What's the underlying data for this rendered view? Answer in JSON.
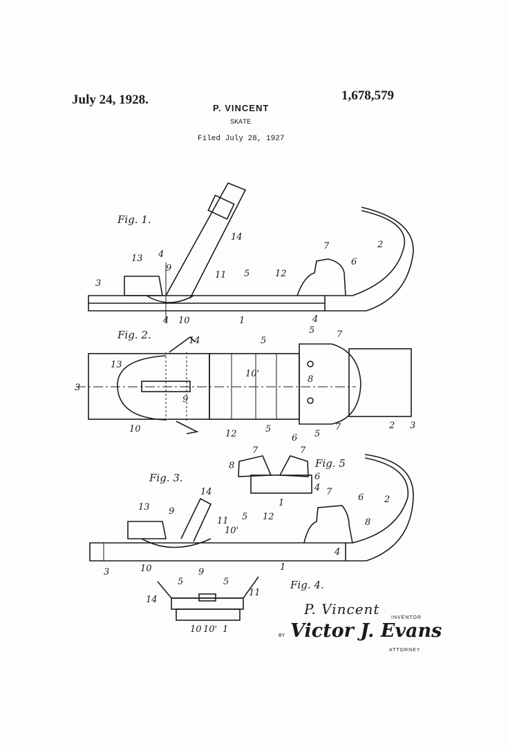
{
  "header": {
    "date": "July 24, 1928.",
    "patent_number": "1,678,579",
    "inventor": "P. VINCENT",
    "title": "SKATE",
    "filed": "Filed July 28, 1927"
  },
  "figures": {
    "fig1": "Fig. 1.",
    "fig2": "Fig. 2.",
    "fig3": "Fig. 3.",
    "fig4": "Fig. 4.",
    "fig5": "Fig. 5"
  },
  "signatures": {
    "inventor_signature": "P. Vincent",
    "inventor_caption": "INVENTOR",
    "by": "BY",
    "attorney_signature": "Victor J. Evans",
    "attorney_caption": "ATTORNEY"
  }
}
